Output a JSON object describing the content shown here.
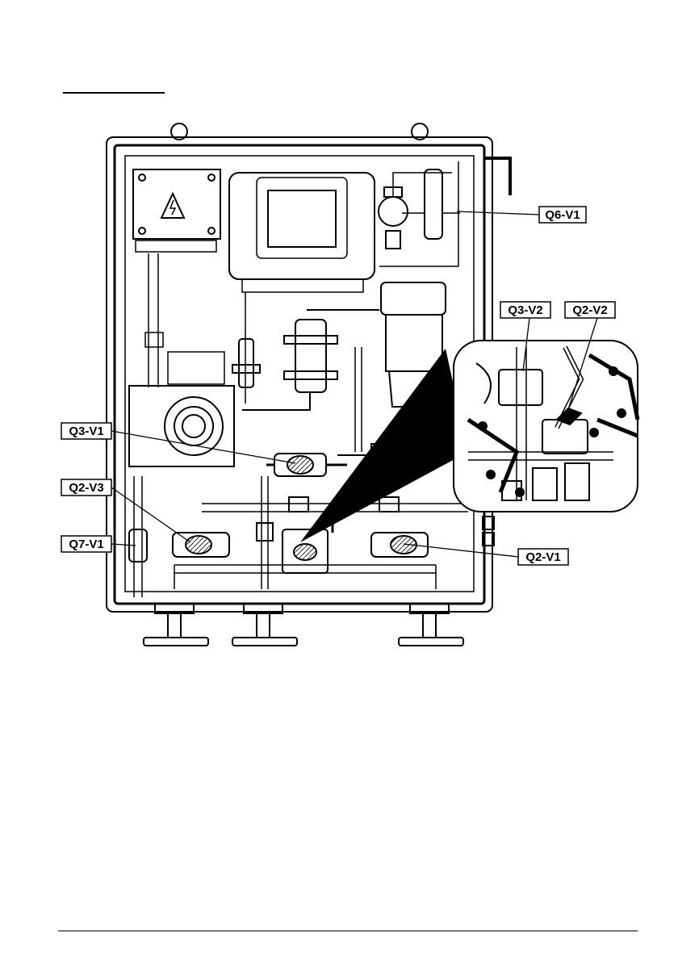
{
  "figure": {
    "callouts": {
      "q6_v1": "Q6-V1",
      "q3_v2": "Q3-V2",
      "q2_v2": "Q2-V2",
      "q3_v1": "Q3-V1",
      "q2_v3": "Q2-V3",
      "q7_v1": "Q7-V1",
      "q2_v1": "Q2-V1"
    }
  }
}
